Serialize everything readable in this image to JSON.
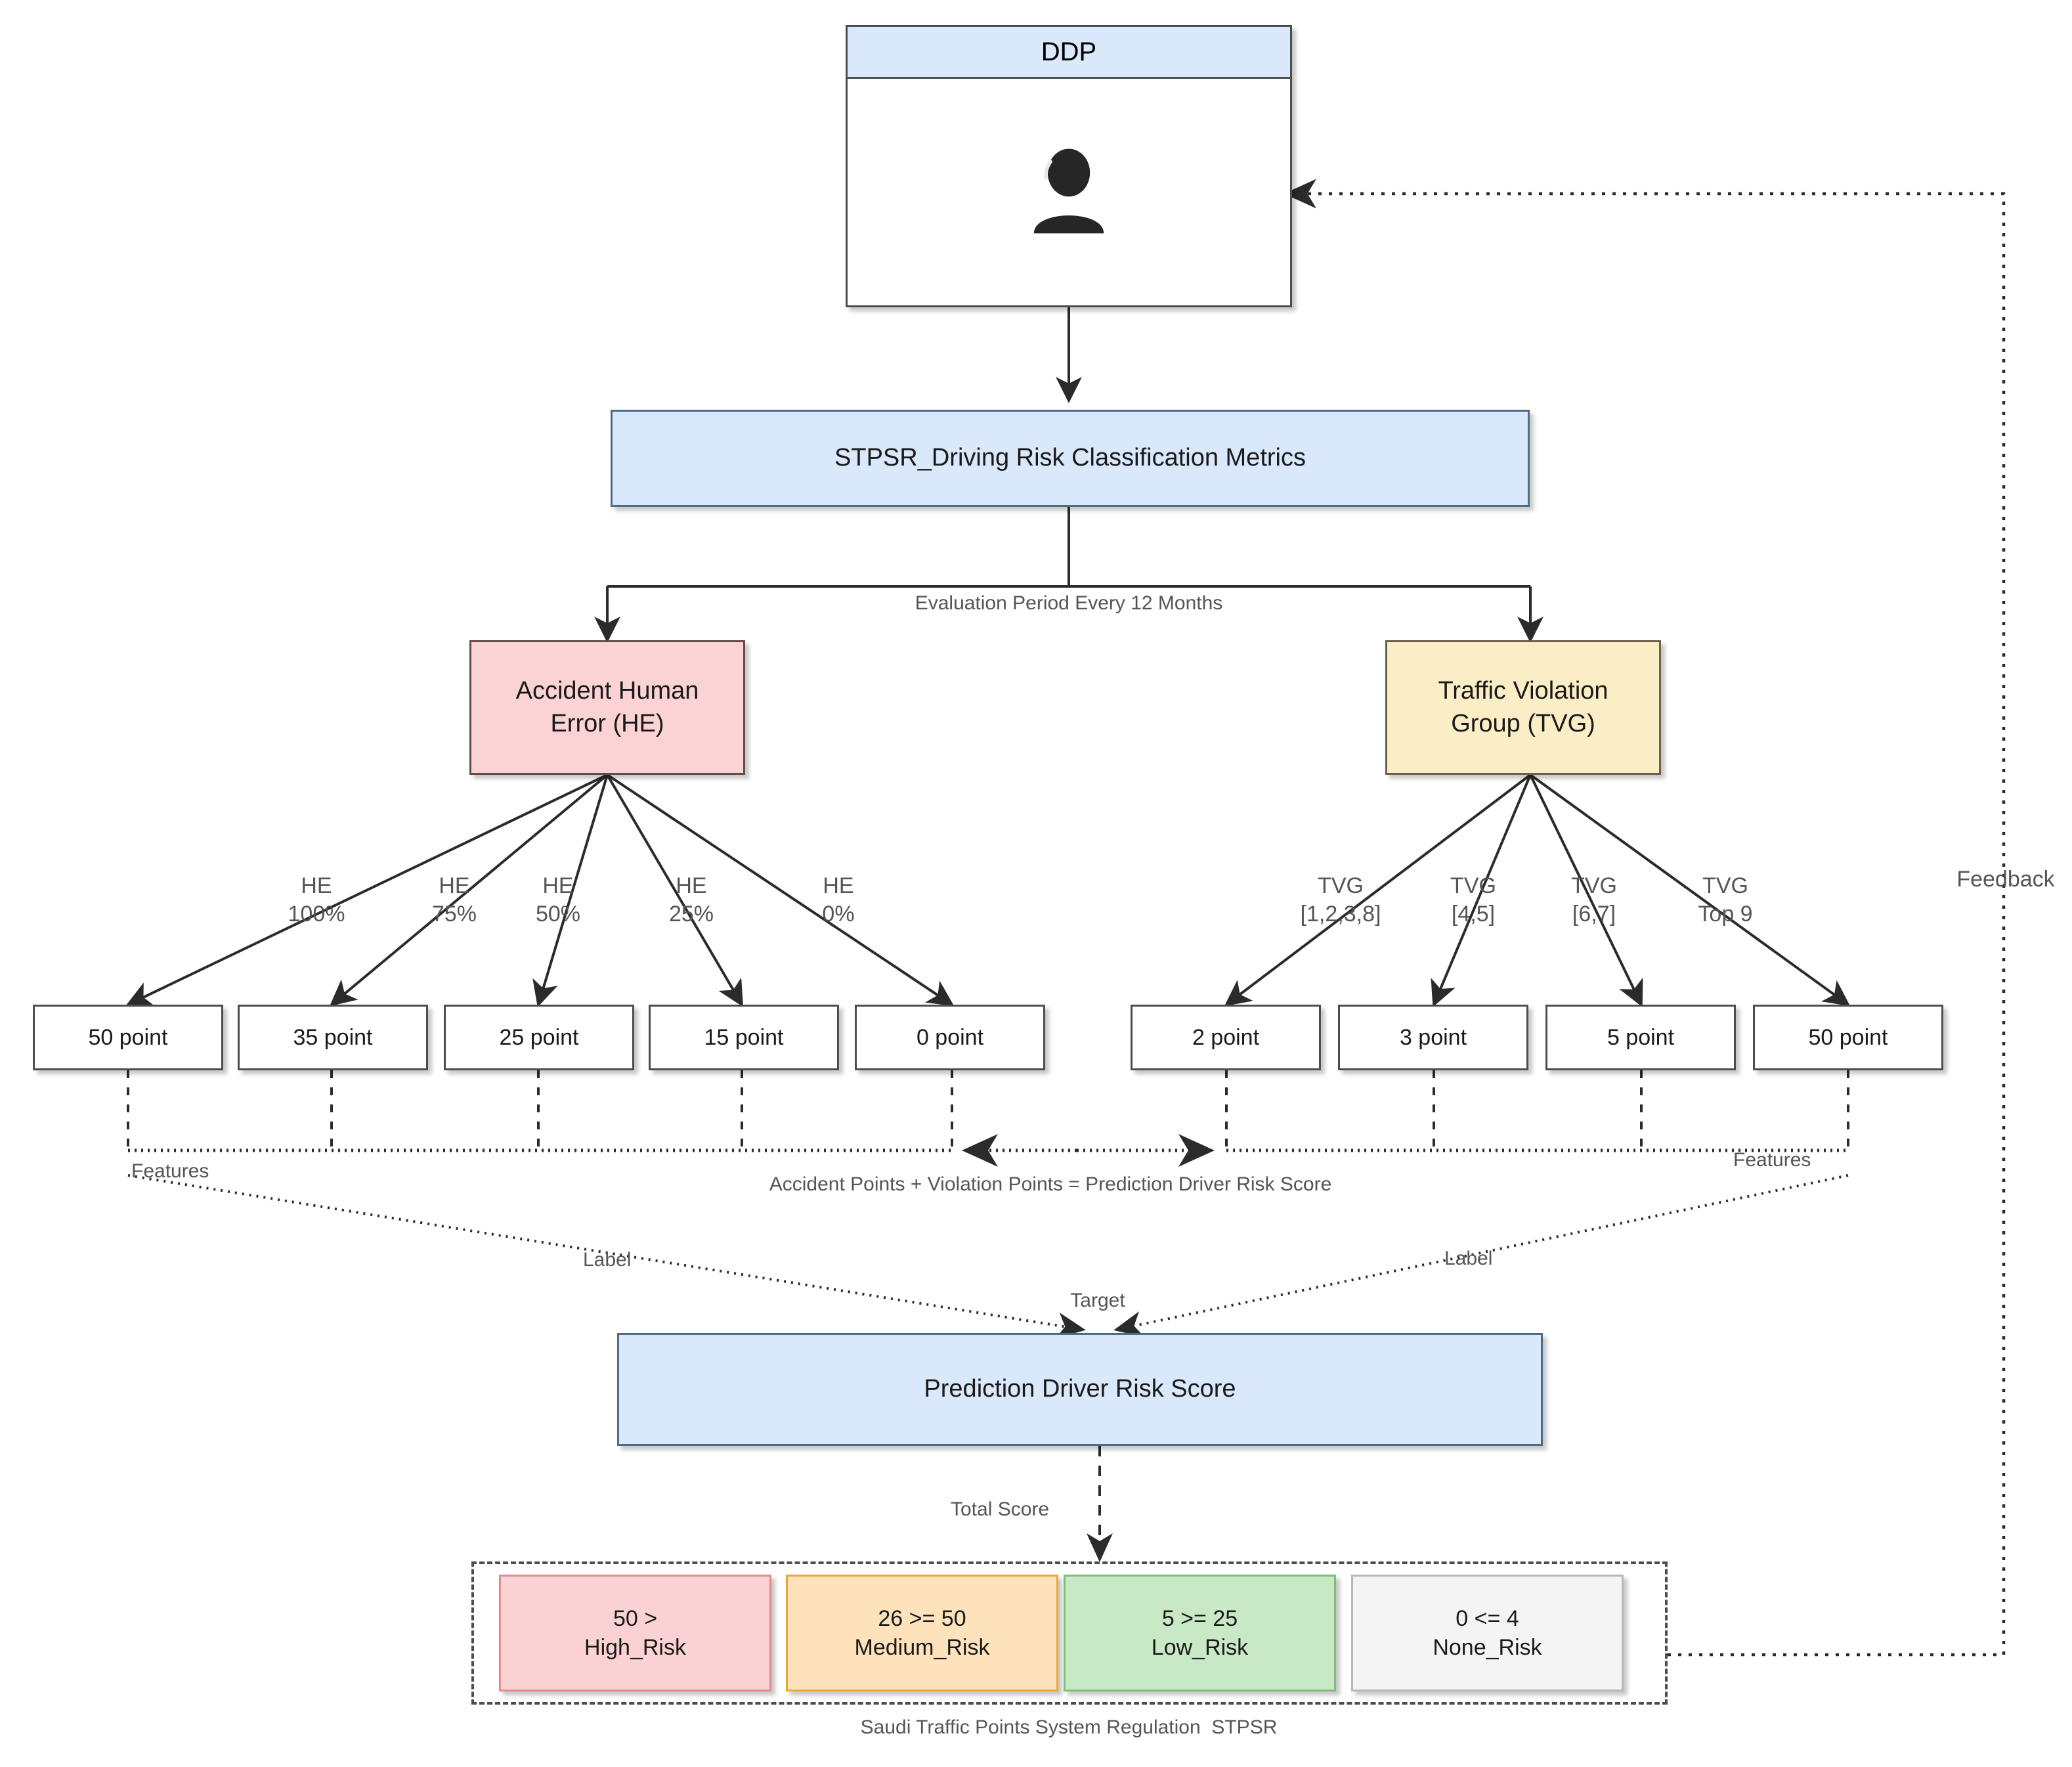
{
  "diagram": {
    "title_caption": "Saudi Traffic Points System Regulation  STPSR",
    "colors": {
      "blue": "#d9e8fb",
      "pink": "#fbd3d5",
      "yellow": "#fbeec6",
      "high_risk": "#fbd2d4",
      "medium_risk": "#fde2bb",
      "low_risk": "#c9e9c6",
      "none_risk": "#f4f4f4",
      "stroke": "#4d4d4d"
    },
    "nodes": {
      "ddp": {
        "label": "DDP",
        "icon": "person-icon"
      },
      "metrics": {
        "label": "STPSR_Driving Risk Classification Metrics"
      },
      "human_error": {
        "label": "Accident Human\nError (HE)"
      },
      "violation_group": {
        "label": "Traffic Violation\nGroup (TVG)"
      },
      "prediction": {
        "label": "Prediction Driver Risk Score"
      }
    },
    "edge_labels": {
      "evaluation_period": "Evaluation Period Every 12 Months",
      "feedback": "Feedback",
      "features_left": "Features",
      "features_right": "Features",
      "label_left": "Label",
      "label_right": "Label",
      "target": "Target",
      "total_score": "Total Score",
      "sum_formula": "Accident Points + Violation Points = Prediction Driver Risk Score"
    },
    "he_branches": [
      {
        "condition": "HE\n100%",
        "points": "50 point"
      },
      {
        "condition": "HE\n75%",
        "points": "35 point"
      },
      {
        "condition": "HE\n50%",
        "points": "25 point"
      },
      {
        "condition": "HE\n25%",
        "points": "15 point"
      },
      {
        "condition": "HE\n0%",
        "points": "0 point"
      }
    ],
    "tvg_branches": [
      {
        "condition": "TVG\n[1,2,3,8]",
        "points": "2 point"
      },
      {
        "condition": "TVG\n[4,5]",
        "points": "3 point"
      },
      {
        "condition": "TVG\n[6,7]",
        "points": "5 point"
      },
      {
        "condition": "TVG\nTop 9",
        "points": "50 point"
      }
    ],
    "risk_classes": [
      {
        "range": "50 >",
        "name": "High_Risk"
      },
      {
        "range": "26 >= 50",
        "name": "Medium_Risk"
      },
      {
        "range": "5 >= 25",
        "name": "Low_Risk"
      },
      {
        "range": "0 <= 4",
        "name": "None_Risk"
      }
    ]
  },
  "chart_data": {
    "type": "diagram",
    "title": "STPSR Driving Risk Classification Flowchart",
    "flow": [
      "DDP -> STPSR_Driving Risk Classification Metrics",
      "STPSR_Driving Risk Classification Metrics -> Accident Human Error (HE)",
      "STPSR_Driving Risk Classification Metrics -> Traffic Violation Group (TVG)",
      "HE branches -> point boxes",
      "TVG branches -> point boxes",
      "point boxes -> Prediction Driver Risk Score",
      "Prediction Driver Risk Score -> Risk classes",
      "Risk classes -> DDP (Feedback)"
    ],
    "accident_points": {
      "HE 100%": 50,
      "HE 75%": 35,
      "HE 50%": 25,
      "HE 25%": 15,
      "HE 0%": 0
    },
    "violation_points": {
      "TVG [1,2,3,8]": 2,
      "TVG [4,5]": 3,
      "TVG [6,7]": 5,
      "TVG Top 9": 50
    },
    "risk_thresholds": {
      "High_Risk": "50 >",
      "Medium_Risk": "26 >= 50",
      "Low_Risk": "5 >= 25",
      "None_Risk": "0 <= 4"
    }
  }
}
